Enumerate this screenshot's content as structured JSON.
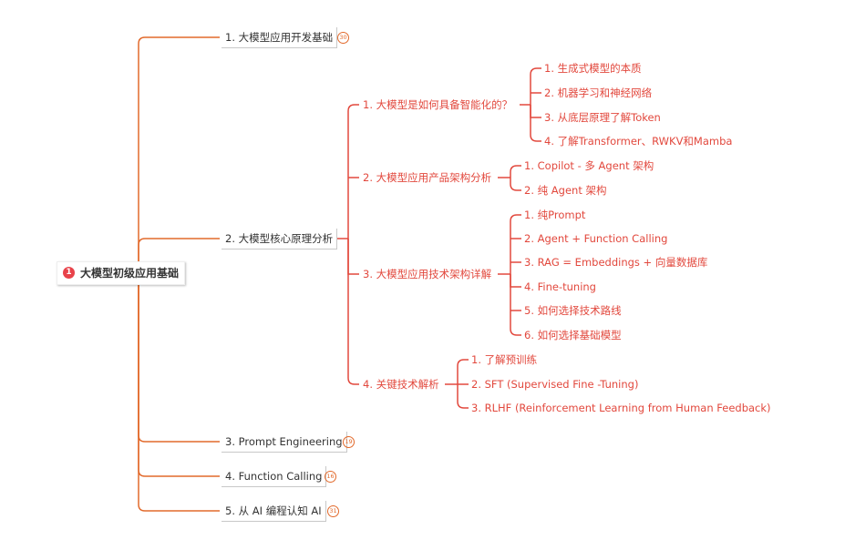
{
  "colors": {
    "main_branch": "#e26a2c",
    "sub_branch": "#e2483d",
    "text_main": "#333333",
    "text_red": "#e2483d",
    "root_badge": "#e8424a"
  },
  "root": {
    "number": "1",
    "label": "大模型初级应用基础"
  },
  "branches": [
    {
      "label": "1. 大模型应用开发基础",
      "count": "30"
    },
    {
      "label": "2. 大模型核心原理分析"
    },
    {
      "label": "3. Prompt Engineering",
      "count": "19"
    },
    {
      "label": "4. Function Calling",
      "count": "16"
    },
    {
      "label": "5. 从 AI 编程认知 AI",
      "count": "31"
    }
  ],
  "sub_topics": [
    {
      "label": "1. 大模型是如何具备智能化的？",
      "children": [
        "1. 生成式模型的本质",
        "2. 机器学习和神经网络",
        "3. 从底层原理了解Token",
        "4. 了解Transformer、RWKV和Mamba"
      ]
    },
    {
      "label": "2. 大模型应用产品架构分析",
      "children": [
        "1. Copilot - 多 Agent 架构",
        "2. 纯 Agent 架构"
      ]
    },
    {
      "label": "3. 大模型应用技术架构详解",
      "children": [
        "1. 纯Prompt",
        "2. Agent + Function Calling",
        "3. RAG = Embeddings + 向量数据库",
        "4. Fine-tuning",
        "5. 如何选择技术路线",
        "6. 如何选择基础模型"
      ]
    },
    {
      "label": "4. 关键技术解析",
      "children": [
        "1. 了解预训练",
        "2. SFT (Supervised Fine -Tuning)",
        "3. RLHF (Reinforcement Learning from Human Feedback)"
      ]
    }
  ]
}
